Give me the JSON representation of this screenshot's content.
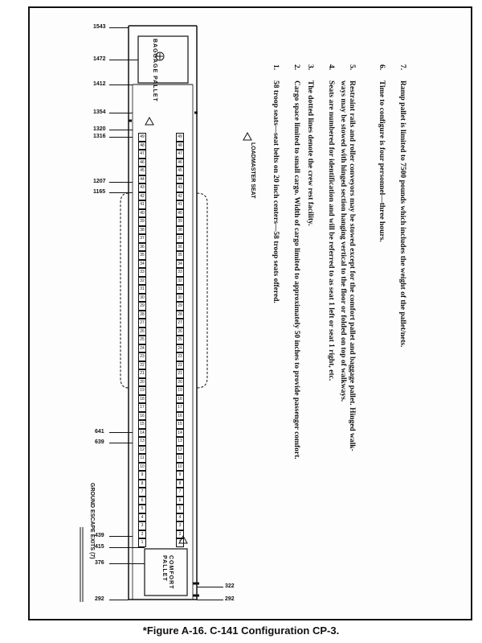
{
  "figure_caption": "*Figure A-16. C-141 Configuration CP-3.",
  "stations": {
    "s1543": "1543",
    "s1472": "1472",
    "s1412": "1412",
    "s1354": "1354",
    "s1320": "1320",
    "s1316": "1316",
    "s1207": "1207",
    "s1165": "1165",
    "s641": "641",
    "s639": "639",
    "s439": "439",
    "s415": "415",
    "s376": "376",
    "s322": "322",
    "s292a": "292",
    "s292b": "292"
  },
  "baggage_pallet": "BAGGAGE PALLET",
  "comfort_pallet": "COMFORT PALLET",
  "legend": {
    "loadmaster_seat": "LOADMASTER SEAT",
    "ground_escape_exits": "GROUND ESCAPE EXITS (7)"
  },
  "notes": [
    {
      "num": "1.",
      "lines": [
        "58 troop seats—seat belts on 20 inch centers—58 troop seats offered."
      ]
    },
    {
      "num": "2.",
      "lines": [
        "Cargo space limited to small cargo. Width of cargo limited to approximately 50 inches to provide passenger comfort."
      ]
    },
    {
      "num": "3.",
      "lines": [
        "The dotted lines denote the crew rest facility."
      ]
    },
    {
      "num": "4.",
      "lines": [
        "Seats are numbered for identification and will be referred to as seat 1 left or seat 1 right, etc."
      ]
    },
    {
      "num": "5.",
      "lines": [
        "Restraint rails and roller conveyors may be stowed except for the comfort pallet and baggage pallet. Hinged walk-",
        "ways may be stowed with hinged section hanging vertical to the floor or folded on top of walkways."
      ]
    },
    {
      "num": "6.",
      "lines": [
        "Time to configure is four personnel—three hours."
      ]
    },
    {
      "num": "7.",
      "lines": [
        "Ramp pallet is limited to 7500 pounds which includes the weight of the pallet/nets."
      ]
    }
  ],
  "seat_numbers_left": [
    "1",
    "2",
    "3",
    "4",
    "5",
    "6",
    "7",
    "8",
    "9",
    "10",
    "11",
    "12",
    "13",
    "14",
    "15",
    "16",
    "17",
    "18",
    "19",
    "20",
    "21",
    "22",
    "23",
    "24",
    "25",
    "26",
    "27",
    "28",
    "29",
    "30",
    "31",
    "32",
    "33",
    "34",
    "35",
    "36",
    "37",
    "38",
    "39",
    "40",
    "41",
    "42",
    "43",
    "44",
    "45",
    "46",
    "47",
    "48",
    "49"
  ],
  "seat_numbers_right": [
    "1",
    "2",
    "3",
    "4",
    "5",
    "6",
    "7",
    "8",
    "9",
    "10",
    "11",
    "12",
    "13",
    "14",
    "15",
    "16",
    "17",
    "18",
    "19",
    "20",
    "21",
    "22",
    "23",
    "24",
    "25",
    "26",
    "27",
    "28",
    "29",
    "30",
    "31",
    "32",
    "33",
    "34",
    "35",
    "36",
    "37",
    "38",
    "39",
    "40",
    "41",
    "42",
    "43",
    "44",
    "45",
    "46",
    "47",
    "48",
    "49"
  ]
}
